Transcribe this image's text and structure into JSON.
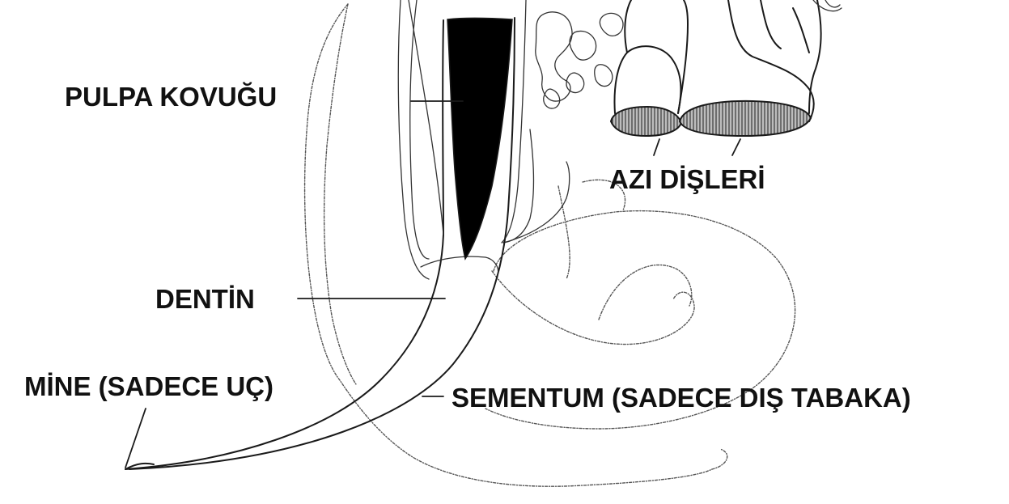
{
  "labels": {
    "pulp_cavity": "PULPA KOVUĞU",
    "molars": "AZI DİŞLERİ",
    "dentin": "DENTİN",
    "enamel": "MİNE (SADECE UÇ)",
    "cementum": "SEMENTUM (SADECE DIŞ TABAKA)"
  },
  "colors": {
    "ink": "#1a1a1a",
    "pulp_fill": "#000000",
    "molar_crown_hatch": "#5a5a5a",
    "background": "#ffffff"
  }
}
